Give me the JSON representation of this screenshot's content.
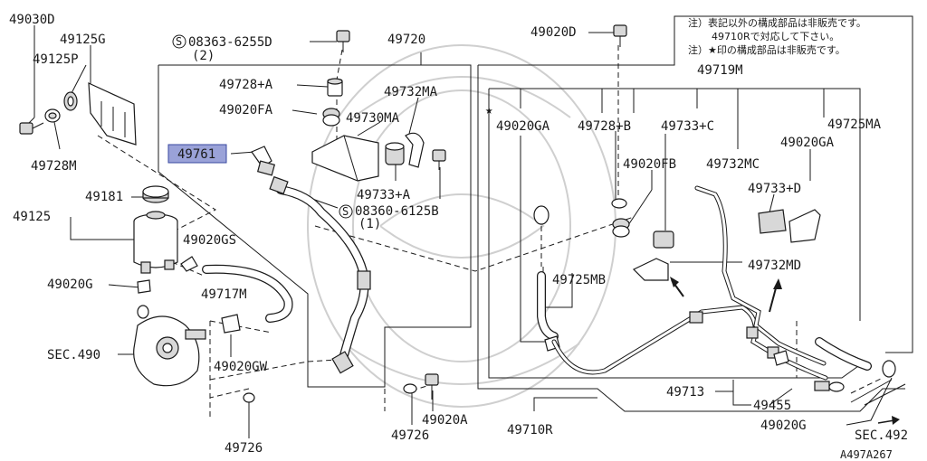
{
  "diagram_id": "A497A267",
  "labels": {
    "p49030D": "49030D",
    "p49125G": "49125G",
    "p49125P": "49125P",
    "p49728M": "49728M",
    "p49181": "49181",
    "p49125": "49125",
    "p49020GS": "49020GS",
    "p49020G_left": "49020G",
    "p49717M": "49717M",
    "sec490": "SEC.490",
    "p49020GW": "49020GW",
    "p49726_left": "49726",
    "p49726_right": "49726",
    "p49020A": "49020A",
    "p49710R": "49710R",
    "bolt_top": "08363-6255D",
    "bolt_top_qty": "(2)",
    "p49720": "49720",
    "p49728A": "49728+A",
    "p49020FA": "49020FA",
    "p49730MA": "49730MA",
    "p49732MA": "49732MA",
    "p49761": "49761",
    "p49733A": "49733+A",
    "bolt_mid": "08360-6125B",
    "bolt_mid_qty": "(1)",
    "p49020D": "49020D",
    "p49719M": "49719M",
    "p49020GA_left": "49020GA",
    "p49728B": "49728+B",
    "p49733C": "49733+C",
    "p49725MA": "49725MA",
    "p49020GA_right": "49020GA",
    "p49020FB": "49020FB",
    "p49732MC": "49732MC",
    "p49733D": "49733+D",
    "p49725MB": "49725MB",
    "p49732MD": "49732MD",
    "p49713": "49713",
    "p49455": "49455",
    "p49020G_right": "49020G",
    "sec492": "SEC.492",
    "star": "★",
    "s_mark": "S"
  },
  "notes": {
    "line1": "注）表記以外の構成部品は非販売です。",
    "line2": "49710Rで対応して下さい。",
    "line3": "注）★印の構成部品は非販売です。"
  },
  "highlight": {
    "part": "49761",
    "color": "#9aa2d8"
  }
}
